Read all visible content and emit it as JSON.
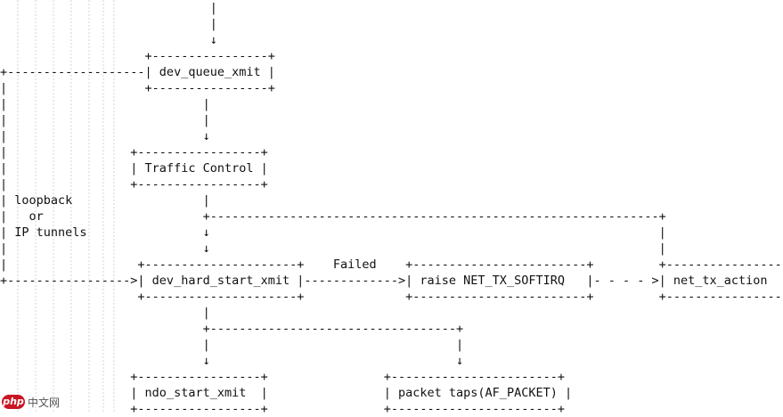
{
  "diagram": {
    "lines": [
      "                             |",
      "                             |",
      "                             ↓",
      "                    +----------------+",
      "+-------------------| dev_queue_xmit |",
      "|                   +----------------+",
      "|                           |",
      "|                           |",
      "|                           ↓",
      "|                 +-----------------+",
      "|                 | Traffic Control |",
      "|                 +-----------------+",
      "| loopback                  |",
      "|   or                      +--------------------------------------------------------------+",
      "| IP tunnels                ↓                                                              |",
      "|                           ↓                                                              |",
      "|                  +---------------------+    Failed    +------------------------+         +-----------------+",
      "+----------------->| dev_hard_start_xmit |------------->| raise NET_TX_SOFTIRQ   |- - - - >| net_tx_action   |",
      "                   +---------------------+              +------------------------+         +-----------------+",
      "                            |",
      "                            +----------------------------------+",
      "                            |                                  |",
      "                            ↓                                  ↓",
      "                  +-----------------+                +-----------------------+",
      "                  | ndo_start_xmit  |                | packet taps(AF_PACKET) |",
      "                  +-----------------+                +-----------------------+"
    ]
  },
  "watermark": {
    "logo": "php",
    "text": "中文网"
  }
}
